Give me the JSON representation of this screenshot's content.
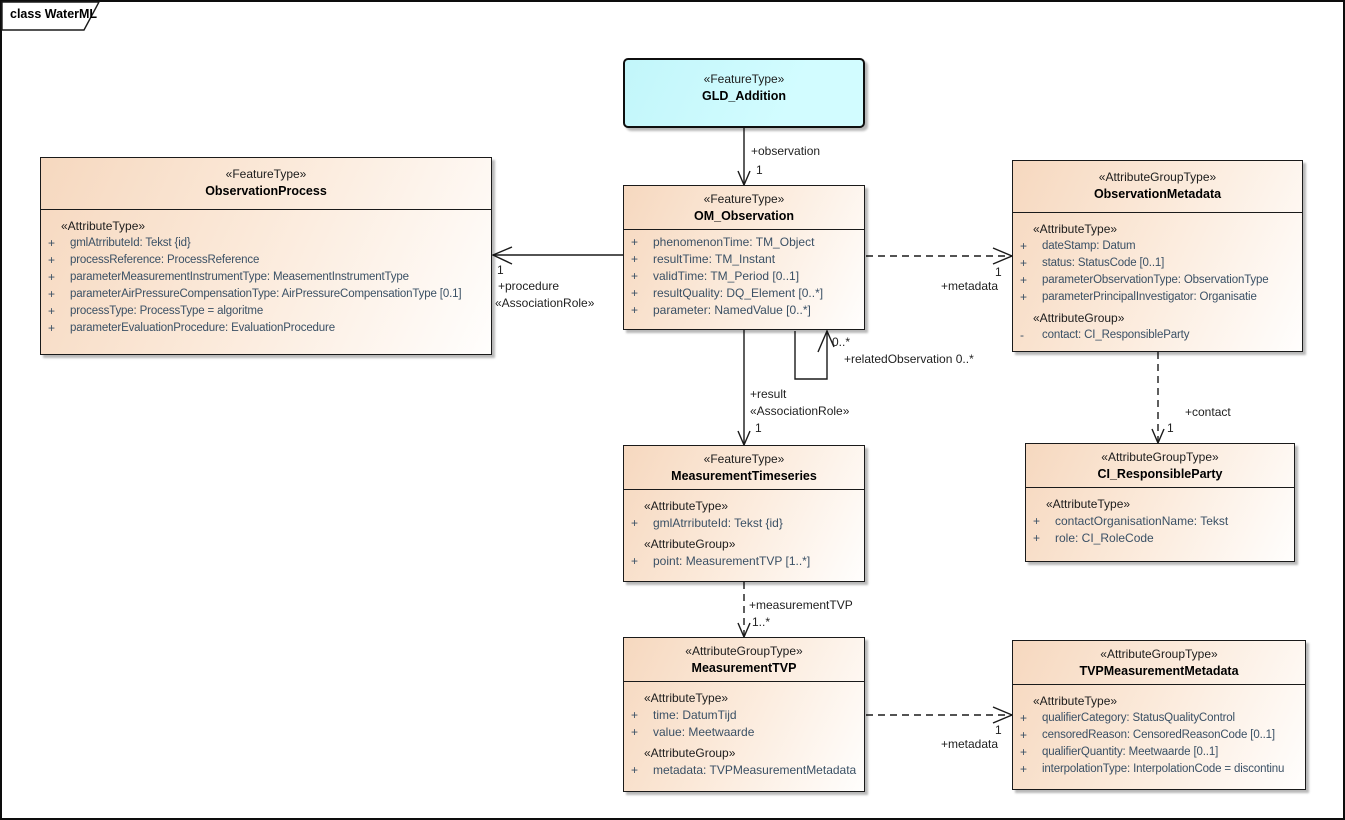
{
  "frame": {
    "tab_label": "class WaterML"
  },
  "colors": {
    "class_fill_dark": "#f6d8bf",
    "class_fill_light": "#fffefd",
    "feature_fill_cyan": "#ccfdff",
    "border": "#1a1a1a",
    "attribute_text": "#3a5065",
    "shadow": "rgba(0,0,0,0.28)"
  },
  "classes": {
    "gld_addition": {
      "stereotype": "«FeatureType»",
      "name": "GLD_Addition"
    },
    "observation_process": {
      "stereotype": "«FeatureType»",
      "name": "ObservationProcess",
      "groups": [
        {
          "header": "«AttributeType»",
          "items": [
            {
              "vis": "+",
              "text": "gmlAtrributeId: Tekst {id}"
            },
            {
              "vis": "+",
              "text": "processReference: ProcessReference"
            },
            {
              "vis": "+",
              "text": "parameterMeasurementInstrumentType: MeasementInstrumentType"
            },
            {
              "vis": "+",
              "text": "parameterAirPressureCompensationType: AirPressureCompensationType [0.1]"
            },
            {
              "vis": "+",
              "text": "processType: ProcessType = algoritme"
            },
            {
              "vis": "+",
              "text": "parameterEvaluationProcedure: EvaluationProcedure"
            }
          ]
        }
      ]
    },
    "om_observation": {
      "stereotype": "«FeatureType»",
      "name": "OM_Observation",
      "groups": [
        {
          "header": "",
          "items": [
            {
              "vis": "+",
              "text": "phenomenonTime: TM_Object"
            },
            {
              "vis": "+",
              "text": "resultTime: TM_Instant"
            },
            {
              "vis": "+",
              "text": "validTime: TM_Period [0..1]"
            },
            {
              "vis": "+",
              "text": "resultQuality: DQ_Element [0..*]"
            },
            {
              "vis": "+",
              "text": "parameter: NamedValue [0..*]"
            }
          ]
        }
      ]
    },
    "observation_metadata": {
      "stereotype": "«AttributeGroupType»",
      "name": "ObservationMetadata",
      "groups": [
        {
          "header": "«AttributeType»",
          "items": [
            {
              "vis": "+",
              "text": "dateStamp: Datum"
            },
            {
              "vis": "+",
              "text": "status: StatusCode [0..1]"
            },
            {
              "vis": "+",
              "text": "parameterObservationType: ObservationType"
            },
            {
              "vis": "+",
              "text": "parameterPrincipalInvestigator: Organisatie"
            }
          ]
        },
        {
          "header": "«AttributeGroup»",
          "items": [
            {
              "vis": "-",
              "text": "contact: CI_ResponsibleParty"
            }
          ]
        }
      ]
    },
    "measurement_timeseries": {
      "stereotype": "«FeatureType»",
      "name": "MeasurementTimeseries",
      "groups": [
        {
          "header": "«AttributeType»",
          "items": [
            {
              "vis": "+",
              "text": "gmlAtrributeId: Tekst {id}"
            }
          ]
        },
        {
          "header": "«AttributeGroup»",
          "items": [
            {
              "vis": "+",
              "text": "point: MeasurementTVP [1..*]"
            }
          ]
        }
      ]
    },
    "ci_responsible_party": {
      "stereotype": "«AttributeGroupType»",
      "name": "CI_ResponsibleParty",
      "groups": [
        {
          "header": "«AttributeType»",
          "items": [
            {
              "vis": "+",
              "text": "contactOrganisationName: Tekst"
            },
            {
              "vis": "+",
              "text": "role: CI_RoleCode"
            }
          ]
        }
      ]
    },
    "measurement_tvp": {
      "stereotype": "«AttributeGroupType»",
      "name": "MeasurementTVP",
      "groups": [
        {
          "header": "«AttributeType»",
          "items": [
            {
              "vis": "+",
              "text": "time: DatumTijd"
            },
            {
              "vis": "+",
              "text": "value: Meetwaarde"
            }
          ]
        },
        {
          "header": "«AttributeGroup»",
          "items": [
            {
              "vis": "+",
              "text": "metadata: TVPMeasurementMetadata"
            }
          ]
        }
      ]
    },
    "tvp_measurement_metadata": {
      "stereotype": "«AttributeGroupType»",
      "name": "TVPMeasurementMetadata",
      "groups": [
        {
          "header": "«AttributeType»",
          "items": [
            {
              "vis": "+",
              "text": "qualifierCategory: StatusQualityControl"
            },
            {
              "vis": "+",
              "text": "censoredReason: CensoredReasonCode [0..1]"
            },
            {
              "vis": "+",
              "text": "qualifierQuantity: Meetwaarde [0..1]"
            },
            {
              "vis": "+",
              "text": "interpolationType: InterpolationCode = discontinu"
            }
          ]
        }
      ]
    }
  },
  "connectors": {
    "observation": {
      "role": "+observation",
      "mult": "1"
    },
    "procedure": {
      "mult": "1",
      "role": "+procedure",
      "stereo": "«AssociationRole»"
    },
    "metadata_top": {
      "mult": "1",
      "role": "+metadata"
    },
    "related_observation": {
      "mult": "0..*",
      "role": "+relatedObservation 0..*"
    },
    "result": {
      "role": "+result",
      "stereo": "«AssociationRole»",
      "mult": "1"
    },
    "contact": {
      "role": "+contact",
      "mult": "1"
    },
    "measurement_tvp": {
      "role": "+measurementTVP",
      "mult": "1..*"
    },
    "metadata_bottom": {
      "mult": "1",
      "role": "+metadata"
    }
  }
}
